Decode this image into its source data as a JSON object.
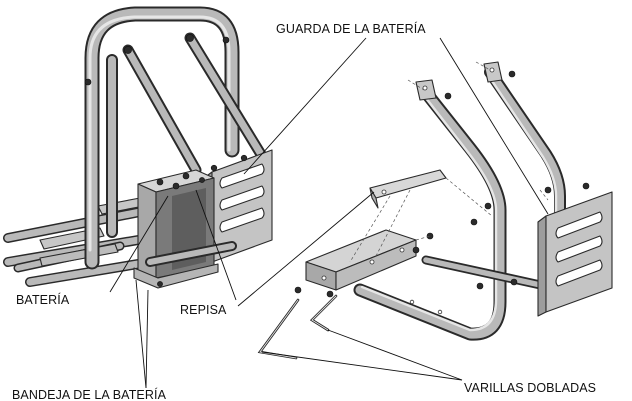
{
  "labels": {
    "battery_guard": "GUARDA DE LA BATERÍA",
    "battery": "BATERÍA",
    "shelf": "REPISA",
    "battery_tray": "BANDEJA DE LA BATERÍA",
    "bent_rods": "VARILLAS DOBLADAS"
  },
  "colors": {
    "outline": "#2a2a2a",
    "metal": "#b9b9b9",
    "metal_highlight": "#e6e6e6",
    "plate_face": "#c4c4c4",
    "plate_side": "#9d9d9d",
    "battery_dark": "#6e6e6e"
  }
}
